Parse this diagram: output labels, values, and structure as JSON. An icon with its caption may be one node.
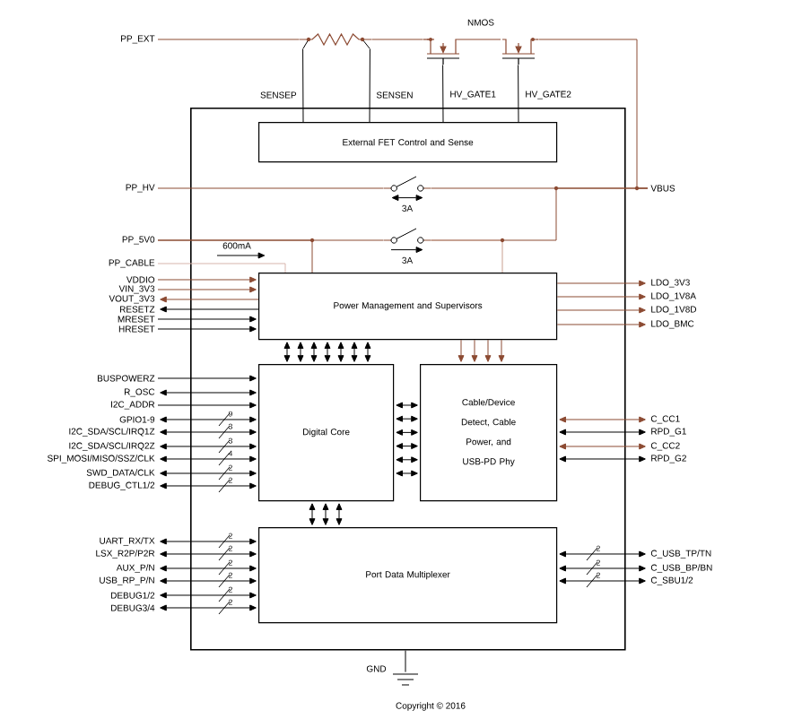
{
  "diagram": {
    "nodes": [
      {
        "text": [],
        "shape": "box"
      },
      {
        "text": [
          "External FET Control and Sense"
        ],
        "in": 0
      },
      {
        "text": [
          "Power Management and Supervisors"
        ],
        "in": 0
      },
      {
        "text": [
          "Digital Core"
        ],
        "in": 0
      },
      {
        "text": [
          "Cable/Device Detect, Cable Power, and USB-PD Phy"
        ],
        "in": 0
      },
      {
        "text": [
          "Port Data Multiplexer"
        ],
        "in": 0
      },
      {
        "text": [],
        "shape": "resistor"
      },
      {
        "text": [
          "NMOS"
        ]
      },
      {
        "text": [],
        "shape": "switch",
        "beside": [
          "3A"
        ],
        "in": 0
      },
      {
        "text": [],
        "shape": "switch",
        "beside": [
          "3A"
        ],
        "in": 0
      },
      {
        "text": [
          "PP_EXT"
        ]
      },
      {
        "text": [
          "PP_HV"
        ]
      },
      {
        "text": [
          "PP_5V0"
        ]
      },
      {
        "text": [
          "PP_CABLE"
        ]
      },
      {
        "text": [
          "VDDIO"
        ]
      },
      {
        "text": [
          "VIN_3V3"
        ]
      },
      {
        "text": [
          "VOUT_3V3"
        ]
      },
      {
        "text": [
          "RESETZ"
        ]
      },
      {
        "text": [
          "MRESET"
        ]
      },
      {
        "text": [
          "HRESET"
        ]
      },
      {
        "text": [
          "BUSPOWERZ"
        ]
      },
      {
        "text": [
          "R_OSC"
        ]
      },
      {
        "text": [
          "I2C_ADDR"
        ]
      },
      {
        "text": [
          "GPIO1-9"
        ]
      },
      {
        "text": [
          "I2C_SDA/SCL/IRQ1Z"
        ]
      },
      {
        "text": [
          "I2C_SDA/SCL/IRQ2Z"
        ]
      },
      {
        "text": [
          "SPI_MOSI/MISO/SSZ/CLK"
        ]
      },
      {
        "text": [
          "SWD_DATA/CLK"
        ]
      },
      {
        "text": [
          "DEBUG_CTL1/2"
        ]
      },
      {
        "text": [
          "UART_RX/TX"
        ]
      },
      {
        "text": [
          "LSX_R2P/P2R"
        ]
      },
      {
        "text": [
          "AUX_P/N"
        ]
      },
      {
        "text": [
          "USB_RP_P/N"
        ]
      },
      {
        "text": [
          "DEBUG1/2"
        ]
      },
      {
        "text": [
          "DEBUG3/4"
        ]
      },
      {
        "text": [
          "VBUS"
        ]
      },
      {
        "text": [
          "LDO_3V3"
        ]
      },
      {
        "text": [
          "LDO_1V8A"
        ]
      },
      {
        "text": [
          "LDO_1V8D"
        ]
      },
      {
        "text": [
          "LDO_BMC"
        ]
      },
      {
        "text": [
          "C_CC1"
        ]
      },
      {
        "text": [
          "RPD_G1"
        ]
      },
      {
        "text": [
          "C_CC2"
        ]
      },
      {
        "text": [
          "RPD_G2"
        ]
      },
      {
        "text": [
          "C_USB_TP/TN"
        ]
      },
      {
        "text": [
          "C_USB_BP/BN"
        ]
      },
      {
        "text": [
          "C_SBU1/2"
        ]
      },
      {
        "text": [],
        "shape": "ground",
        "beside": [
          "GND"
        ]
      }
    ],
    "edges": [
      {
        "from": 10,
        "to": 6,
        "arrow": "none",
        "color": "#8c4a32"
      },
      {
        "from": 7,
        "to": 6,
        "arrow": "none",
        "color": "#8c4a32"
      },
      {
        "from": 7,
        "to": 35,
        "arrow": "none",
        "color": "#8c4a32"
      },
      {
        "from": 1,
        "to": 6,
        "arrow": "none",
        "label": "SENSEP"
      },
      {
        "from": 1,
        "to": 6,
        "arrow": "none",
        "label": "SENSEN"
      },
      {
        "from": 7,
        "to": 1,
        "arrow": "none",
        "label": "HV_GATE1"
      },
      {
        "from": 7,
        "to": 1,
        "arrow": "none",
        "label": "HV_GATE2"
      },
      {
        "from": 11,
        "to": 8,
        "arrow": "none",
        "color": "#8c4a32"
      },
      {
        "from": 35,
        "to": 8,
        "arrow": "none",
        "color": "#8c4a32"
      },
      {
        "from": 12,
        "to": 9,
        "arrow": "none",
        "color": "#8c4a32"
      },
      {
        "from": 35,
        "to": 9,
        "arrow": "none",
        "color": "#8c4a32"
      },
      {
        "from": 12,
        "to": 2,
        "arrow": "none",
        "color": "#8c4a32"
      },
      {
        "from": 2,
        "to": 9,
        "arrow": "none",
        "color": "#c9a090"
      },
      {
        "from": 13,
        "to": 2,
        "arrow": "none",
        "color": "#d8b4ac"
      },
      {
        "from": 14,
        "to": 2,
        "arrow": "to",
        "color": "#8c4a32"
      },
      {
        "from": 15,
        "to": 2,
        "arrow": "to",
        "color": "#8c4a32"
      },
      {
        "from": 2,
        "to": 16,
        "arrow": "to",
        "color": "#8c4a32"
      },
      {
        "from": 2,
        "to": 17,
        "arrow": "to"
      },
      {
        "from": 18,
        "to": 2,
        "arrow": "to"
      },
      {
        "from": 19,
        "to": 2,
        "arrow": "to"
      },
      {
        "from": 2,
        "to": 3,
        "arrow": "both"
      },
      {
        "from": 2,
        "to": 3,
        "arrow": "both"
      },
      {
        "from": 2,
        "to": 3,
        "arrow": "both"
      },
      {
        "from": 2,
        "to": 3,
        "arrow": "both"
      },
      {
        "from": 2,
        "to": 3,
        "arrow": "both"
      },
      {
        "from": 2,
        "to": 3,
        "arrow": "both"
      },
      {
        "from": 2,
        "to": 3,
        "arrow": "both"
      },
      {
        "from": 2,
        "to": 4,
        "arrow": "to",
        "color": "#8c4a32"
      },
      {
        "from": 2,
        "to": 4,
        "arrow": "to",
        "color": "#8c4a32"
      },
      {
        "from": 2,
        "to": 4,
        "arrow": "to",
        "color": "#8c4a32"
      },
      {
        "from": 2,
        "to": 4,
        "arrow": "to",
        "color": "#8c4a32"
      },
      {
        "from": 2,
        "to": 36,
        "arrow": "to",
        "color": "#8c4a32"
      },
      {
        "from": 2,
        "to": 37,
        "arrow": "to",
        "color": "#8c4a32"
      },
      {
        "from": 2,
        "to": 38,
        "arrow": "to",
        "color": "#8c4a32"
      },
      {
        "from": 2,
        "to": 39,
        "arrow": "to",
        "color": "#8c4a32"
      },
      {
        "from": 20,
        "to": 3,
        "arrow": "to"
      },
      {
        "from": 21,
        "to": 3,
        "arrow": "both"
      },
      {
        "from": 22,
        "to": 3,
        "arrow": "to"
      },
      {
        "from": 23,
        "to": 3,
        "arrow": "both",
        "label": "9"
      },
      {
        "from": 24,
        "to": 3,
        "arrow": "both",
        "label": "3"
      },
      {
        "from": 25,
        "to": 3,
        "arrow": "both",
        "label": "3"
      },
      {
        "from": 26,
        "to": 3,
        "arrow": "both",
        "label": "4"
      },
      {
        "from": 27,
        "to": 3,
        "arrow": "both",
        "label": "2"
      },
      {
        "from": 28,
        "to": 3,
        "arrow": "both",
        "label": "2"
      },
      {
        "from": 3,
        "to": 4,
        "arrow": "both"
      },
      {
        "from": 3,
        "to": 4,
        "arrow": "both"
      },
      {
        "from": 3,
        "to": 4,
        "arrow": "both"
      },
      {
        "from": 3,
        "to": 4,
        "arrow": "both"
      },
      {
        "from": 3,
        "to": 4,
        "arrow": "both"
      },
      {
        "from": 3,
        "to": 4,
        "arrow": "both"
      },
      {
        "from": 4,
        "to": 40,
        "arrow": "both",
        "color": "#8c4a32"
      },
      {
        "from": 4,
        "to": 41,
        "arrow": "both"
      },
      {
        "from": 4,
        "to": 42,
        "arrow": "both",
        "color": "#8c4a32"
      },
      {
        "from": 4,
        "to": 43,
        "arrow": "both"
      },
      {
        "from": 3,
        "to": 5,
        "arrow": "both"
      },
      {
        "from": 3,
        "to": 5,
        "arrow": "both"
      },
      {
        "from": 3,
        "to": 5,
        "arrow": "both"
      },
      {
        "from": 29,
        "to": 5,
        "arrow": "both",
        "label": "2"
      },
      {
        "from": 30,
        "to": 5,
        "arrow": "both",
        "label": "2"
      },
      {
        "from": 31,
        "to": 5,
        "arrow": "both",
        "label": "2"
      },
      {
        "from": 32,
        "to": 5,
        "arrow": "both",
        "label": "2"
      },
      {
        "from": 33,
        "to": 5,
        "arrow": "both",
        "label": "2"
      },
      {
        "from": 34,
        "to": 5,
        "arrow": "both",
        "label": "2"
      },
      {
        "from": 5,
        "to": 44,
        "arrow": "both",
        "label": "2"
      },
      {
        "from": 5,
        "to": 45,
        "arrow": "both",
        "label": "2"
      },
      {
        "from": 5,
        "to": 46,
        "arrow": "both",
        "label": "2"
      },
      {
        "from": 0,
        "to": 47,
        "arrow": "none"
      }
    ],
    "labels": [
      "600mA",
      "Copyright © 2016"
    ]
  }
}
